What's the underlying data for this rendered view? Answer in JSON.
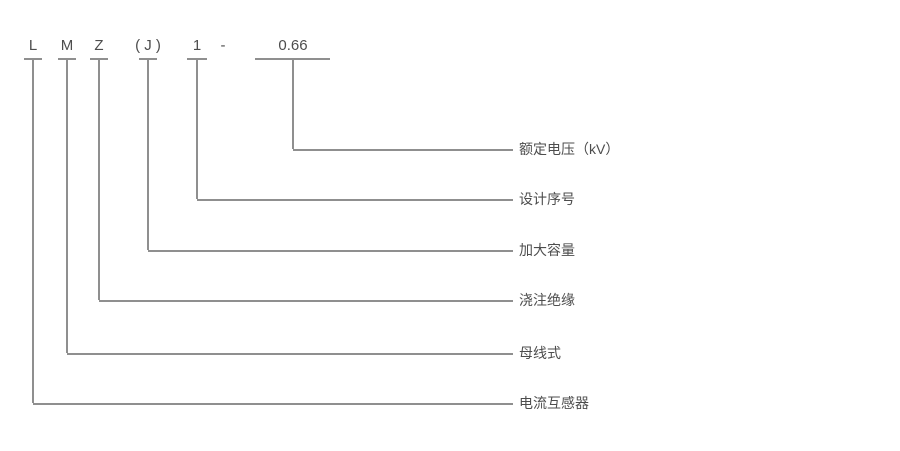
{
  "diagram": {
    "title_semantic": "current transformer model designation explanation",
    "colors": {
      "background": "#ffffff",
      "line": "#8f8f8f",
      "text": "#4d4d4d"
    },
    "code": {
      "parts": [
        {
          "id": "L",
          "text": "L"
        },
        {
          "id": "M",
          "text": "M"
        },
        {
          "id": "Z",
          "text": "Z"
        },
        {
          "id": "J",
          "text": "( J )"
        },
        {
          "id": "1",
          "text": "1"
        },
        {
          "id": "dash",
          "text": "-"
        },
        {
          "id": "0.66",
          "text": "0.66"
        }
      ]
    },
    "labels": [
      {
        "for": "0.66",
        "text": "额定电压（kV）"
      },
      {
        "for": "1",
        "text": "设计序号"
      },
      {
        "for": "J",
        "text": "加大容量"
      },
      {
        "for": "Z",
        "text": "浇注绝缘"
      },
      {
        "for": "M",
        "text": "母线式"
      },
      {
        "for": "L",
        "text": "电流互感器"
      }
    ]
  }
}
